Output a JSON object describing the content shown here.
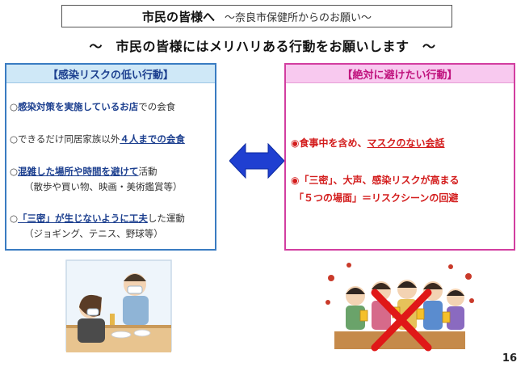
{
  "title": {
    "main": "市民の皆様へ",
    "sub": "～奈良市保健所からのお願い～"
  },
  "headline": "～　市民の皆様にはメリハリある行動をお願いします　～",
  "left_panel": {
    "header": "【感染リスクの低い行動】",
    "items": [
      {
        "bullet": "○",
        "em": "感染対策を実施しているお店",
        "rest": "での会食"
      },
      {
        "bullet": "○",
        "pre": "できるだけ同居家族以外",
        "em": "４人までの会食"
      },
      {
        "bullet": "○",
        "em": "混雑した場所や時間を避けて",
        "rest": "活動",
        "sub": "（散歩や買い物、映画・美術鑑賞等）"
      },
      {
        "bullet": "○",
        "em": "「三密」が生じないように工夫",
        "rest": "した運動",
        "sub": "（ジョギング、テニス、野球等）"
      }
    ]
  },
  "right_panel": {
    "header": "【絶対に避けたい行動】",
    "items": [
      {
        "bullet": "◉",
        "pre": "食事中を含め、",
        "em": "マスクのない会話"
      },
      {
        "bullet": "◉",
        "line1": "「三密」、大声、感染リスクが高まる",
        "line2": "「５つの場面」＝リスクシーンの回避"
      }
    ]
  },
  "colors": {
    "left_border": "#3a7cc2",
    "left_header_bg": "#cfe8f7",
    "right_border": "#d23ea0",
    "right_header_bg": "#f8c9ef",
    "arrow": "#1f3fd1",
    "warning_text": "#d31c1c"
  },
  "page_number": "16"
}
